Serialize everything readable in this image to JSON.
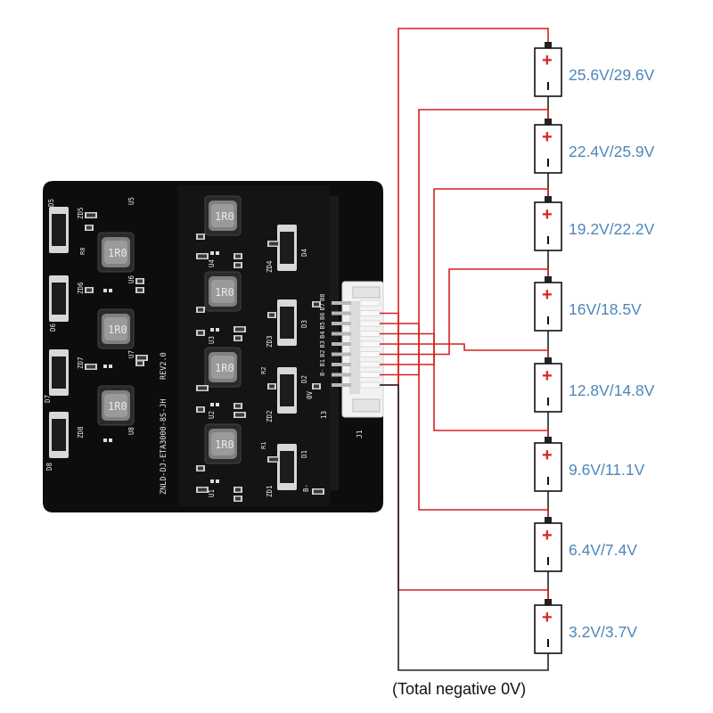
{
  "board": {
    "part_number": "ZNLD-DJ-ETA3000-8S-JH",
    "revision": "REV2.0",
    "inductor_marking": "1R0",
    "label_inductors": [
      "1R0",
      "1R0",
      "1R0",
      "1R0",
      "1R0",
      "1R0",
      "1R0"
    ],
    "diode_labels": [
      "D5",
      "D6",
      "D7",
      "D8",
      "D4",
      "D3",
      "D2",
      "D1"
    ],
    "zener_labels": [
      "ZD5",
      "ZD6",
      "ZD7",
      "ZD8",
      "ZD4",
      "ZD3",
      "ZD2",
      "ZD1"
    ],
    "ic_labels": [
      "U5",
      "U6",
      "U7",
      "U8",
      "U4",
      "U3",
      "U2",
      "U1"
    ],
    "resistor_labels": [
      "R8",
      "R2",
      "R1"
    ],
    "connector_label": "J1",
    "connector_pins": [
      "B-",
      "B1",
      "B2",
      "B3",
      "B4",
      "B5",
      "B6",
      "B7",
      "B8"
    ],
    "side_marks": [
      "0V",
      "13",
      "B-"
    ]
  },
  "cells": [
    {
      "label": "25.6V/29.6V"
    },
    {
      "label": "22.4V/25.9V"
    },
    {
      "label": "19.2V/22.2V"
    },
    {
      "label": "16V/18.5V"
    },
    {
      "label": "12.8V/14.8V"
    },
    {
      "label": "9.6V/11.1V"
    },
    {
      "label": "6.4V/7.4V"
    },
    {
      "label": "3.2V/3.7V"
    }
  ],
  "cell_symbols": {
    "plus": "+",
    "minus": "-"
  },
  "footer": {
    "negative_label": "(Total negative 0V)"
  },
  "colors": {
    "board": "#0d0d0d",
    "silkscreen": "#e9e9e9",
    "balance_wire": "#d42020",
    "ground_wire": "#222222",
    "voltage_text": "#4f86b9",
    "cell_plus": "#e02020",
    "connector": "#f2f2f2"
  }
}
